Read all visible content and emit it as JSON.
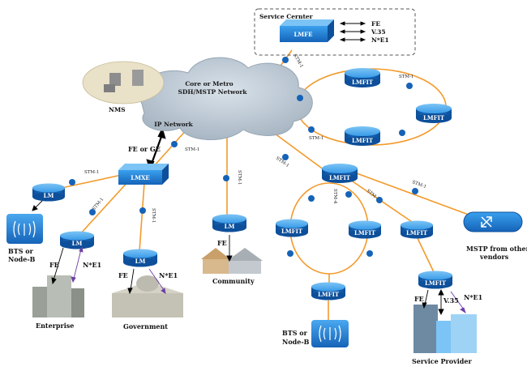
{
  "service_center": {
    "title": "Service Cernter",
    "node": "LMFE",
    "interfaces": [
      "FE",
      "V.35",
      "N*E1"
    ]
  },
  "cloud": {
    "line1": "Core or Metro",
    "line2": "SDH/MSTP Network",
    "ip_label": "IP Network"
  },
  "nms": {
    "label": "NMS"
  },
  "nodes": {
    "lmxe": "LMXE",
    "lm": "LM",
    "lmfit": "LMFIT"
  },
  "links": {
    "stm1": "STM-1",
    "stm4": "STM-4",
    "fe_or_ge": "FE or GE",
    "fe": "FE",
    "ne1": "N*E1",
    "v35": "V.35"
  },
  "sites": {
    "bts_left_l1": "BTS or",
    "bts_left_l2": "Node-B",
    "enterprise": "Enterprise",
    "government": "Government",
    "community": "Community",
    "bts_bottom_l1": "BTS or",
    "bts_bottom_l2": "Node-B",
    "service_provider": "Service Provider",
    "mstp_l1": "MSTP from other",
    "mstp_l2": "vendors"
  },
  "colors": {
    "link": "#f39a2b",
    "node_dark": "#1563b8",
    "node_light": "#3a9be8",
    "cloud": "#b9c6d2",
    "accent_purple": "#6d3fa6"
  }
}
